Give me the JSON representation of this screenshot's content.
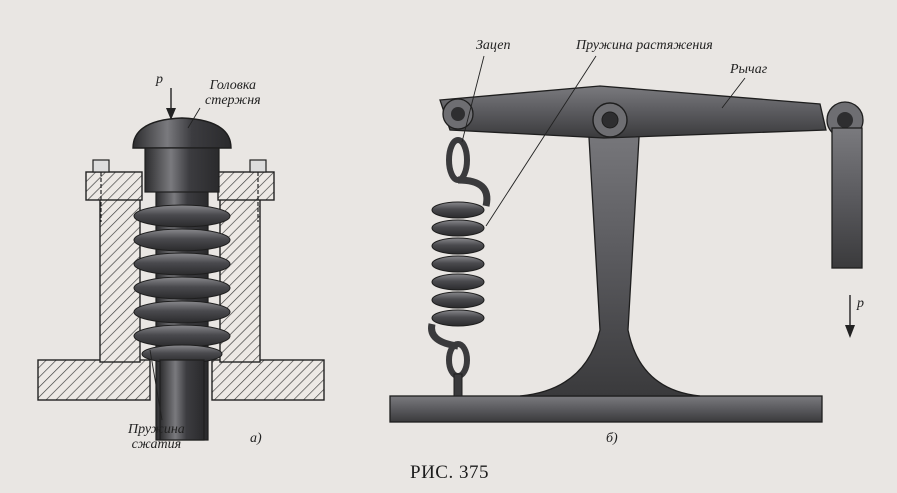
{
  "figure": {
    "caption": "РИС. 375",
    "panel_a": {
      "label": "а)",
      "force_label": "p",
      "rod_head_label_line1": "Головка",
      "rod_head_label_line2": "стержня",
      "spring_label_line1": "Пружина",
      "spring_label_line2": "сжатия"
    },
    "panel_b": {
      "label": "б)",
      "hook_label": "Зацеп",
      "spring_label": "Пружина растяжения",
      "lever_label": "Рычаг",
      "force_label": "p"
    }
  },
  "colors": {
    "metal_dark": "#3c3c3e",
    "metal_mid": "#6e6e72",
    "hatch": "#4a4a4a",
    "paper": "#e9e6e3"
  }
}
